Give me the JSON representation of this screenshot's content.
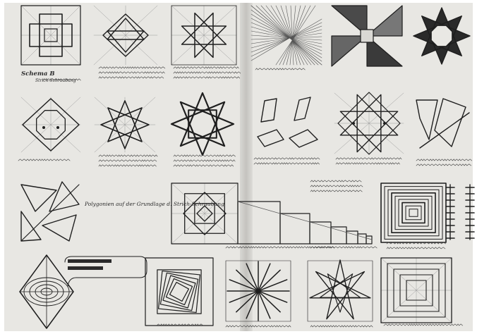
{
  "document": {
    "type": "hand-drawn sketchbook spread of geometric line studies",
    "labels": {
      "schema_title": "Schema B",
      "schema_sub": "Strich-Schraubung",
      "polygon_note": "Polygonien auf der Grundlage d. Strich-Schraubung"
    },
    "colors": {
      "paper": "#e9e8e4",
      "paper_shadow": "#cfcecb",
      "ink": "#1e1e1e",
      "pencil": "#9a9a9a",
      "highlight": "#fbfbfa"
    }
  }
}
